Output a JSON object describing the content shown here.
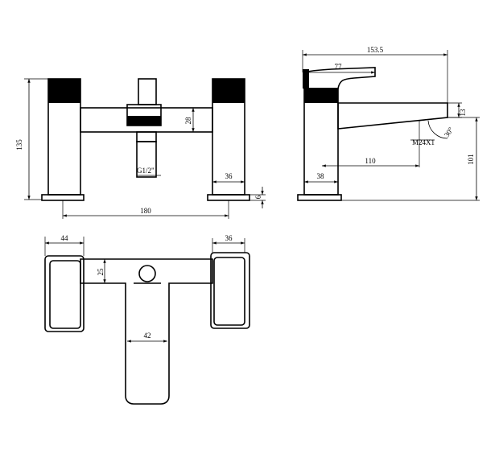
{
  "dimensions": {
    "front_height": "135",
    "front_lever_drop": "28",
    "front_thread": "G1/2\"",
    "front_pillar_width": "36",
    "front_base_thickness": "6",
    "front_centres": "180",
    "side_total_length": "153.5",
    "side_lever_length": "77",
    "side_spout_drop": "13",
    "side_spout_angle": "30°",
    "side_thread": "M24X1",
    "side_spout_reach": "110",
    "side_base_width": "38",
    "side_height": "101",
    "top_handle_width": "44",
    "top_body_width": "25",
    "top_right_handle_width": "36",
    "top_spout_width": "42"
  },
  "colors": {
    "line": "#000000",
    "background": "#ffffff"
  }
}
